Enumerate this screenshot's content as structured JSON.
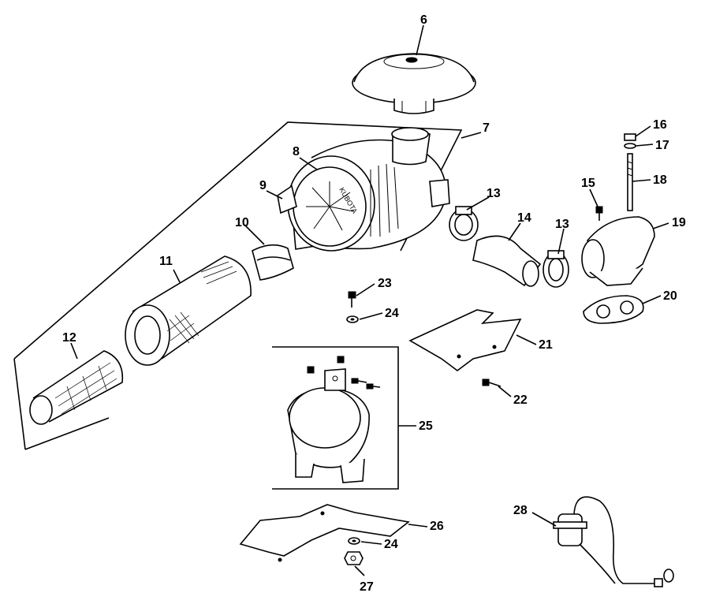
{
  "callouts": {
    "c6": "6",
    "c7": "7",
    "c8": "8",
    "c9": "9",
    "c10": "10",
    "c11": "11",
    "c12": "12",
    "c13a": "13",
    "c13b": "13",
    "c14": "14",
    "c15": "15",
    "c16": "16",
    "c17": "17",
    "c18": "18",
    "c19": "19",
    "c20": "20",
    "c21": "21",
    "c22": "22",
    "c23": "23",
    "c24a": "24",
    "c24b": "24",
    "c25": "25",
    "c26": "26",
    "c27": "27",
    "c28": "28"
  },
  "stamped_text": "KUBOTA",
  "colors": {
    "line": "#000000",
    "background": "#ffffff"
  }
}
